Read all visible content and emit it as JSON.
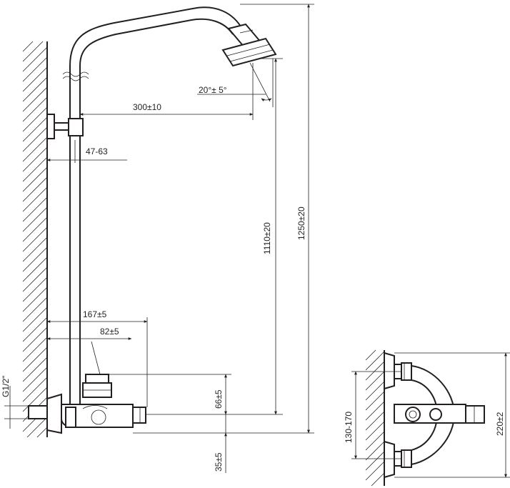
{
  "dimensions": {
    "arm_length": "300±10",
    "spray_angle": "20°± 5°",
    "wall_distance": "47-63",
    "height_total": "1250±20",
    "height_outlet": "1110±20",
    "depth_167": "167±5",
    "depth_82": "82±5",
    "thread": "G1/2\"",
    "height_66": "66±5",
    "height_35": "35±5",
    "center_distance": "130-170",
    "body_width": "220±2"
  }
}
